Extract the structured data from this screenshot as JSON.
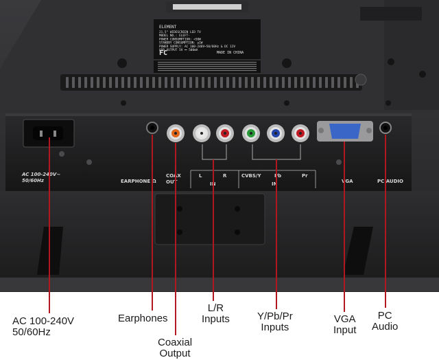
{
  "sticker": {
    "brand": "ELEMENT",
    "lines": [
      "21.5\" WIDESCREEN LED TV",
      "MODEL NO.: ELEFT-",
      "POWER CONSUMPTION: <50W",
      "STANDBY CONSUMPTION: ≤1W",
      "POWER SUPPLY: AC 100-240V~50/60Hz & DC 12V",
      "USB OUTPUT 5V ⎓ 500mA"
    ],
    "made_in": "MADE IN CHINA"
  },
  "panel_labels": {
    "ac": "AC 100-240V~\n50/60Hz",
    "earphone": "EARPHONE Ω",
    "coax_line1": "COAX",
    "coax_line2": "OUT",
    "l": "L",
    "r": "R",
    "in1": "IN",
    "cvbs": "CVBS/Y",
    "pb": "Pb",
    "pr": "Pr",
    "in2": "IN",
    "vga": "VGA",
    "pc_audio": "PC AUDIO"
  },
  "callouts": {
    "ac": "AC 100-240V\n50/60Hz",
    "earphones": "Earphones",
    "coax": "Coaxial\nOutput",
    "lr": "L/R\nInputs",
    "ypbpr": "Y/Pb/Pr\nInputs",
    "vga": "VGA\nInput",
    "pc_audio": "PC\nAudio"
  },
  "colors": {
    "body": "#2a2a2c",
    "panel": "#1d1d1f",
    "callout_line": "#b0171e",
    "jack_orange": "#e0661a",
    "jack_white": "#e8e8e8",
    "jack_red": "#c01a24",
    "jack_green": "#2a9a3a",
    "jack_blue": "#2344a8",
    "vga_blue": "#3a66c8"
  }
}
